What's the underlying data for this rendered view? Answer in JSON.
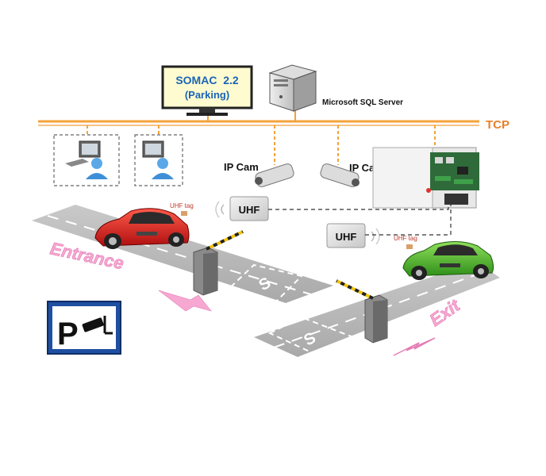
{
  "monitor": {
    "line1": "SOMAC  2.2",
    "line2": "(Parking)"
  },
  "server": {
    "label": "Microsoft SQL Server"
  },
  "network": {
    "label": "TCP"
  },
  "cameras": [
    {
      "label": "IP Cam"
    },
    {
      "label": "IP Cam"
    }
  ],
  "readers": [
    {
      "label": "UHF"
    },
    {
      "label": "UHF"
    }
  ],
  "tags": [
    {
      "label": "UHF tag"
    },
    {
      "label": "UHF tag"
    }
  ],
  "lanes": {
    "entrance": "Entrance",
    "exit": "Exit"
  },
  "road_marks": [
    "S",
    "S"
  ],
  "sign": {
    "letter": "P"
  },
  "colors": {
    "tcp_line": "#f4a23a",
    "tcp_text": "#e8802a",
    "lane_text": "#f7a8d2",
    "monitor_text": "#1a64b8",
    "road": "#b8b8b8"
  }
}
